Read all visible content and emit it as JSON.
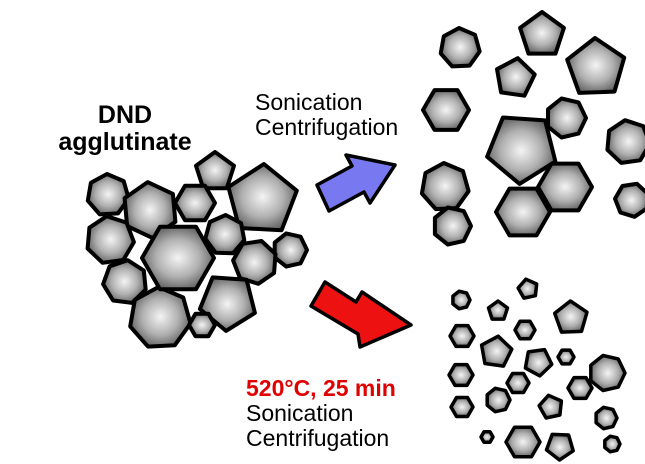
{
  "agglutinate_label": [
    "DND",
    "agglutinate"
  ],
  "process_top": [
    "Sonication",
    "Centrifugation"
  ],
  "process_bottom": {
    "condition": "520°C, 25 min",
    "steps": [
      "Sonication",
      "Centrifugation"
    ]
  },
  "colors": {
    "arrow_top": "#7878f0",
    "arrow_bottom": "#ee1111",
    "particle_outline": "#000000",
    "particle_light": "#f4f4f4",
    "particle_dark": "#5a5a5a",
    "text_emphasis": "#e00000"
  }
}
